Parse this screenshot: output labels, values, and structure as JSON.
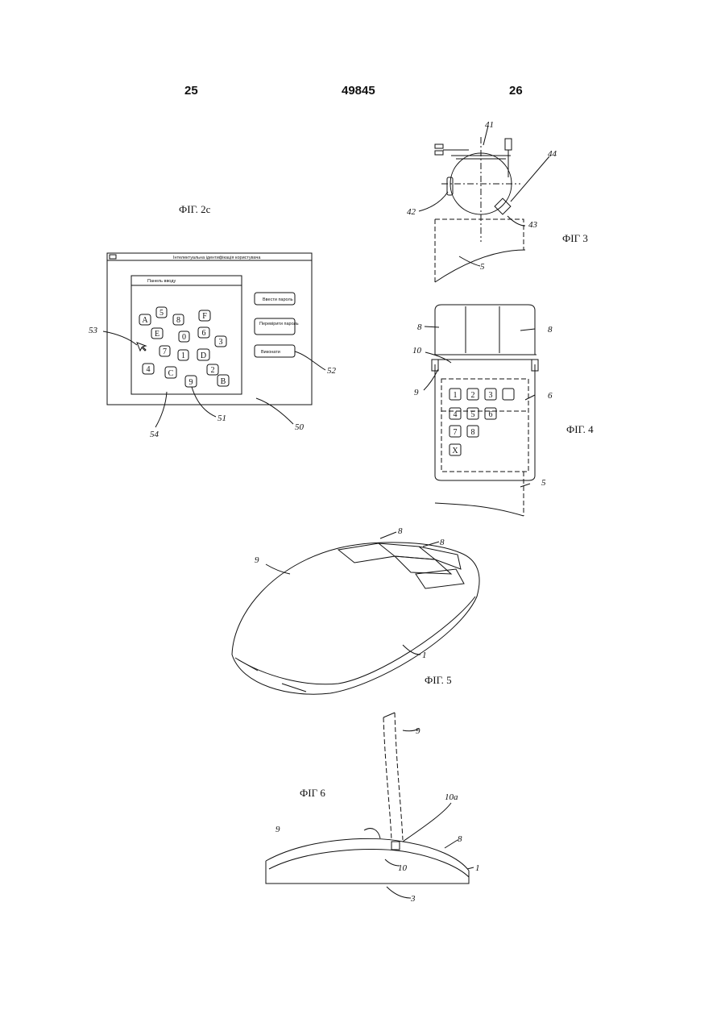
{
  "header": {
    "page_left": "25",
    "patent_number": "49845",
    "page_right": "26"
  },
  "figures": {
    "fig2c": "ФІГ. 2с",
    "fig3": "ФІГ 3",
    "fig4": "ФІГ. 4",
    "fig5": "ФІГ. 5",
    "fig6": "ФІГ 6"
  },
  "fig2c": {
    "window_title": "Інтелектуальна ідентифікація користувача",
    "panel_title": "Панель вводу",
    "buttons": [
      "Ввести пароль",
      "Перевірити пароль",
      "Виконати"
    ],
    "keys": [
      "5",
      "8",
      "F",
      "A",
      "E",
      "0",
      "6",
      "3",
      "7",
      "1",
      "D",
      "4",
      "C",
      "2",
      "9",
      "B"
    ],
    "refs": [
      "53",
      "52",
      "51",
      "54",
      "50"
    ]
  },
  "fig3": {
    "refs": [
      "41",
      "42",
      "43",
      "44",
      "5"
    ]
  },
  "fig4": {
    "keys": [
      "1",
      "2",
      "3",
      "4",
      "5",
      "6",
      "7",
      "8",
      "X"
    ],
    "refs": [
      "8",
      "8",
      "10",
      "9",
      "6",
      "5"
    ]
  },
  "fig5": {
    "refs": [
      "8",
      "8",
      "9",
      "1"
    ]
  },
  "fig6": {
    "refs": [
      "9",
      "10a",
      "8",
      "9",
      "10",
      "1",
      "3"
    ]
  }
}
